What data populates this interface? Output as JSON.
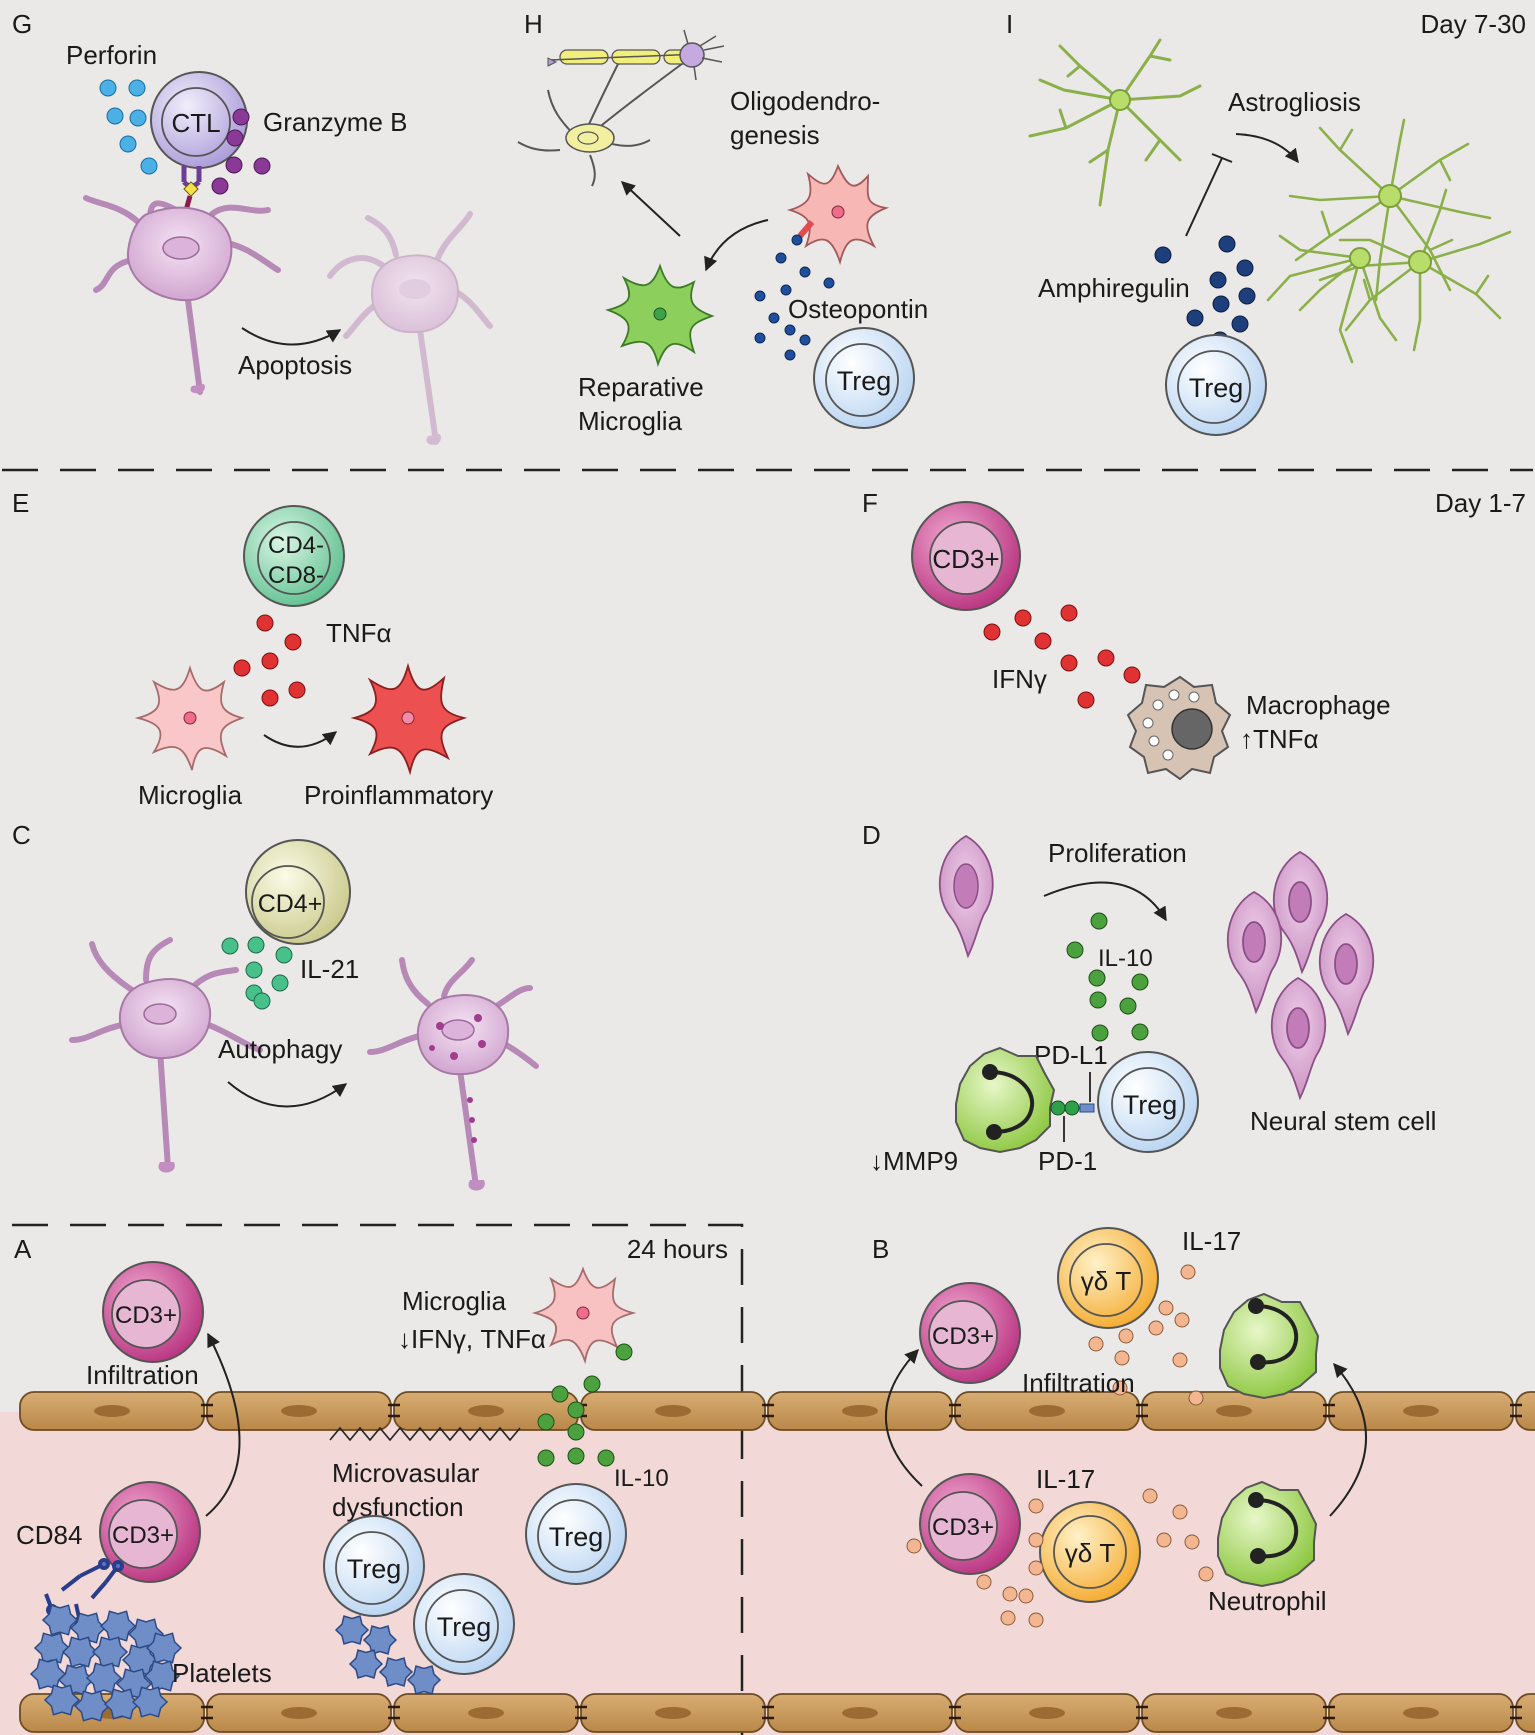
{
  "panels": {
    "g": {
      "letter": "G",
      "perforin": "Perforin",
      "ctl": "CTL",
      "granzyme": "Granzyme B",
      "apoptosis": "Apoptosis"
    },
    "h": {
      "letter": "H",
      "oligo1": "Oligodendro-",
      "oligo2": "genesis",
      "osteopontin": "Osteopontin",
      "treg": "Treg",
      "rep1": "Reparative",
      "rep2": "Microglia"
    },
    "i": {
      "letter": "I",
      "day": "Day 7-30",
      "astrogliosis": "Astrogliosis",
      "amphiregulin": "Amphiregulin",
      "treg": "Treg"
    },
    "e": {
      "letter": "E",
      "cd4": "CD4-",
      "cd8": "CD8-",
      "tnfa": "TNFα",
      "microglia": "Microglia",
      "proinflammatory": "Proinflammatory"
    },
    "f": {
      "letter": "F",
      "day": "Day 1-7",
      "cd3": "CD3+",
      "ifng": "IFNγ",
      "macrophage": "Macrophage",
      "tnfa_up": "↑TNFα"
    },
    "c": {
      "letter": "C",
      "cd4": "CD4+",
      "il21": "IL-21",
      "autophagy": "Autophagy"
    },
    "d": {
      "letter": "D",
      "proliferation": "Proliferation",
      "il10": "IL-10",
      "pdl1": "PD-L1",
      "treg": "Treg",
      "pd1": "PD-1",
      "mmp9": "↓MMP9",
      "nsc": "Neural stem cell"
    },
    "a": {
      "letter": "A",
      "hours": "24 hours",
      "cd3_top": "CD3+",
      "infiltration": "Infiltration",
      "microglia1": "Microglia",
      "microglia2": "↓IFNγ, TNFα",
      "microvasc1": "Microvasular",
      "microvasc2": "dysfunction",
      "il10": "IL-10",
      "treg": "Treg",
      "cd84": "CD84",
      "cd3_bottom": "CD3+",
      "platelets": "Platelets"
    },
    "b": {
      "letter": "B",
      "il17_top": "IL-17",
      "gdt": "γδ T",
      "cd3": "CD3+",
      "infiltration": "Infiltration",
      "il17_bottom": "IL-17",
      "neutrophil": "Neutrophil"
    }
  },
  "colors": {
    "background": "#ebe9e8",
    "vessel_lumen": "#f2d9d7",
    "endothelium": "#c9995e",
    "treg": "#cfe3f7",
    "cd3": "#c9579a",
    "neuron": "#d8acd6",
    "microglia": "#f7b8b8",
    "astrocyte": "#a8c95c",
    "neutrophil": "#a6d65a",
    "gamma_delta": "#f8c14d",
    "platelet": "#6f8ec8"
  }
}
